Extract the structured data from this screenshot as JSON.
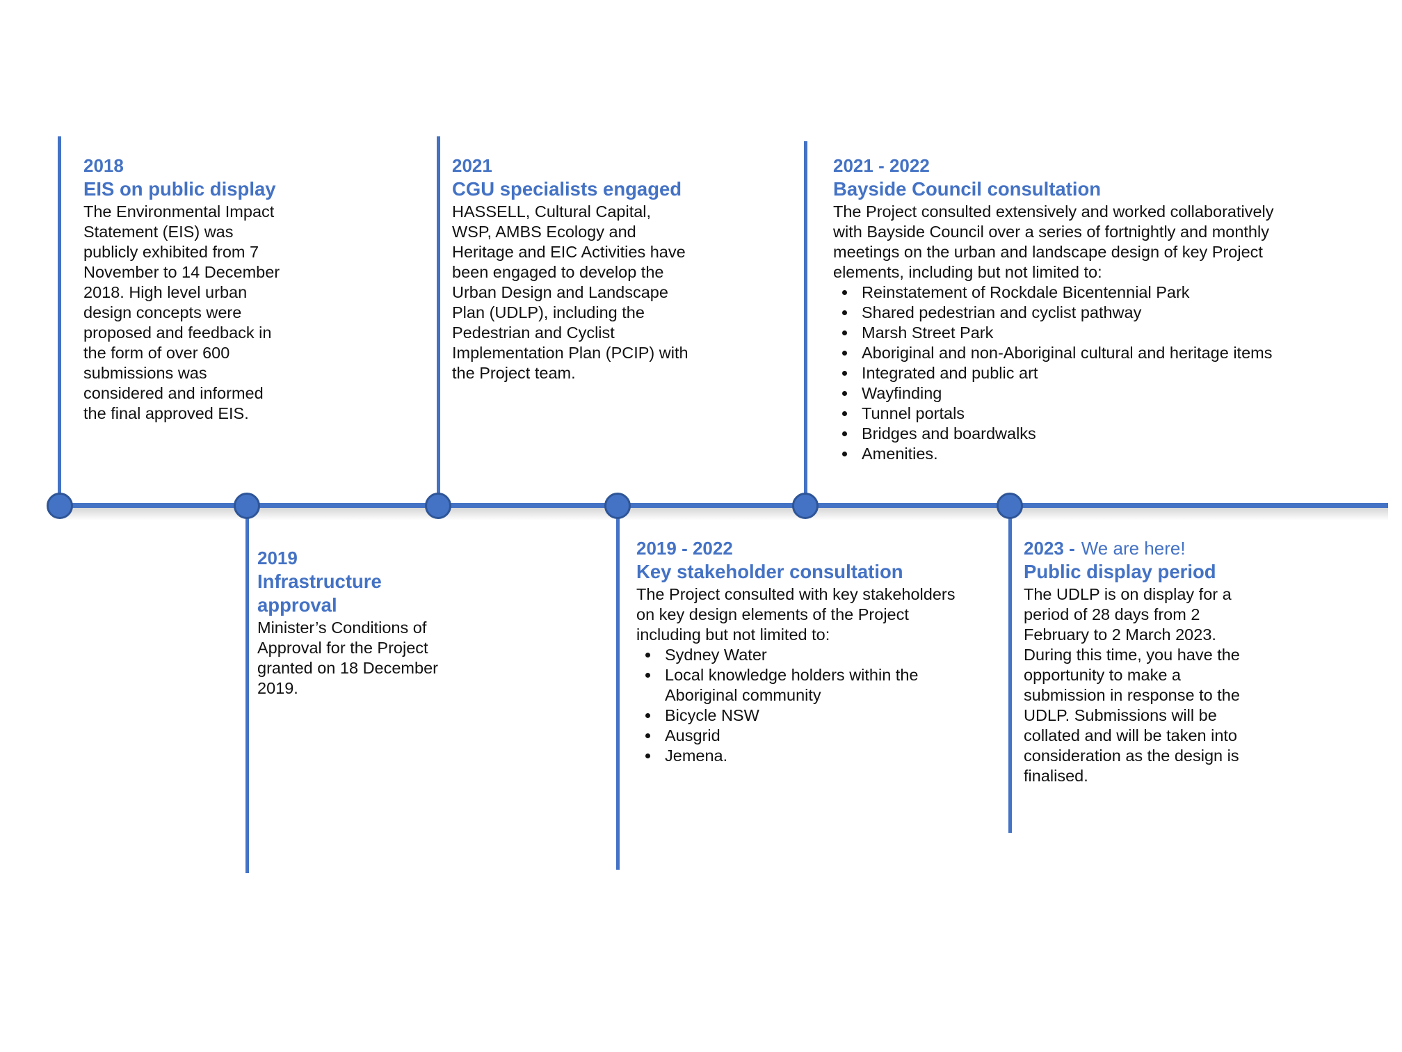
{
  "accent_color": "#4472C4",
  "node_border_color": "#2E5597",
  "events": [
    {
      "id": "eis-on-public-display",
      "side": "above",
      "year": "2018",
      "title": "EIS on public display",
      "body": "The Environmental Impact Statement (EIS) was publicly exhibited from 7 November to 14 December 2018. High level urban design concepts were proposed and feedback in the form of over 600 submissions was considered and informed the final approved EIS."
    },
    {
      "id": "cgu-specialists-engaged",
      "side": "above",
      "year": "2021",
      "title": "CGU specialists engaged",
      "body": "HASSELL, Cultural Capital, WSP, AMBS Ecology and Heritage and EIC Activities have been engaged to develop the Urban Design and Landscape Plan (UDLP), including the Pedestrian and Cyclist Implementation Plan (PCIP) with the Project team."
    },
    {
      "id": "bayside-council-consultation",
      "side": "above",
      "year": "2021 - 2022",
      "title": "Bayside Council consultation",
      "body": "The Project consulted extensively and worked collaboratively with Bayside Council over a series of fortnightly and monthly meetings on the urban and landscape design of key Project elements, including but not limited to:",
      "bullets": [
        "Reinstatement of Rockdale Bicentennial Park",
        "Shared pedestrian and cyclist pathway",
        "Marsh Street Park",
        "Aboriginal and non-Aboriginal cultural and heritage items",
        "Integrated and public art",
        "Wayfinding",
        "Tunnel portals",
        "Bridges and boardwalks",
        "Amenities."
      ]
    },
    {
      "id": "infrastructure-approval",
      "side": "below",
      "year": "2019",
      "title": "Infrastructure approval",
      "body": "Minister’s Conditions of Approval for the Project granted on 18 December 2019."
    },
    {
      "id": "key-stakeholder-consultation",
      "side": "below",
      "year": "2019 - 2022",
      "title": "Key stakeholder consultation",
      "body": "The Project consulted with key stakeholders on key design elements of the Project including but not limited to:",
      "bullets": [
        "Sydney Water",
        "Local knowledge holders within the Aboriginal community",
        "Bicycle NSW",
        "Ausgrid",
        "Jemena."
      ]
    },
    {
      "id": "public-display-period",
      "side": "below",
      "year": "2023 -",
      "year_note": "We are here!",
      "title": "Public display period",
      "body": "The UDLP is on display for a period of 28 days from 2 February to 2 March 2023. During this time, you have the opportunity to make a submission in response to the UDLP. Submissions will be collated and will be taken into consideration as the design is finalised."
    }
  ]
}
